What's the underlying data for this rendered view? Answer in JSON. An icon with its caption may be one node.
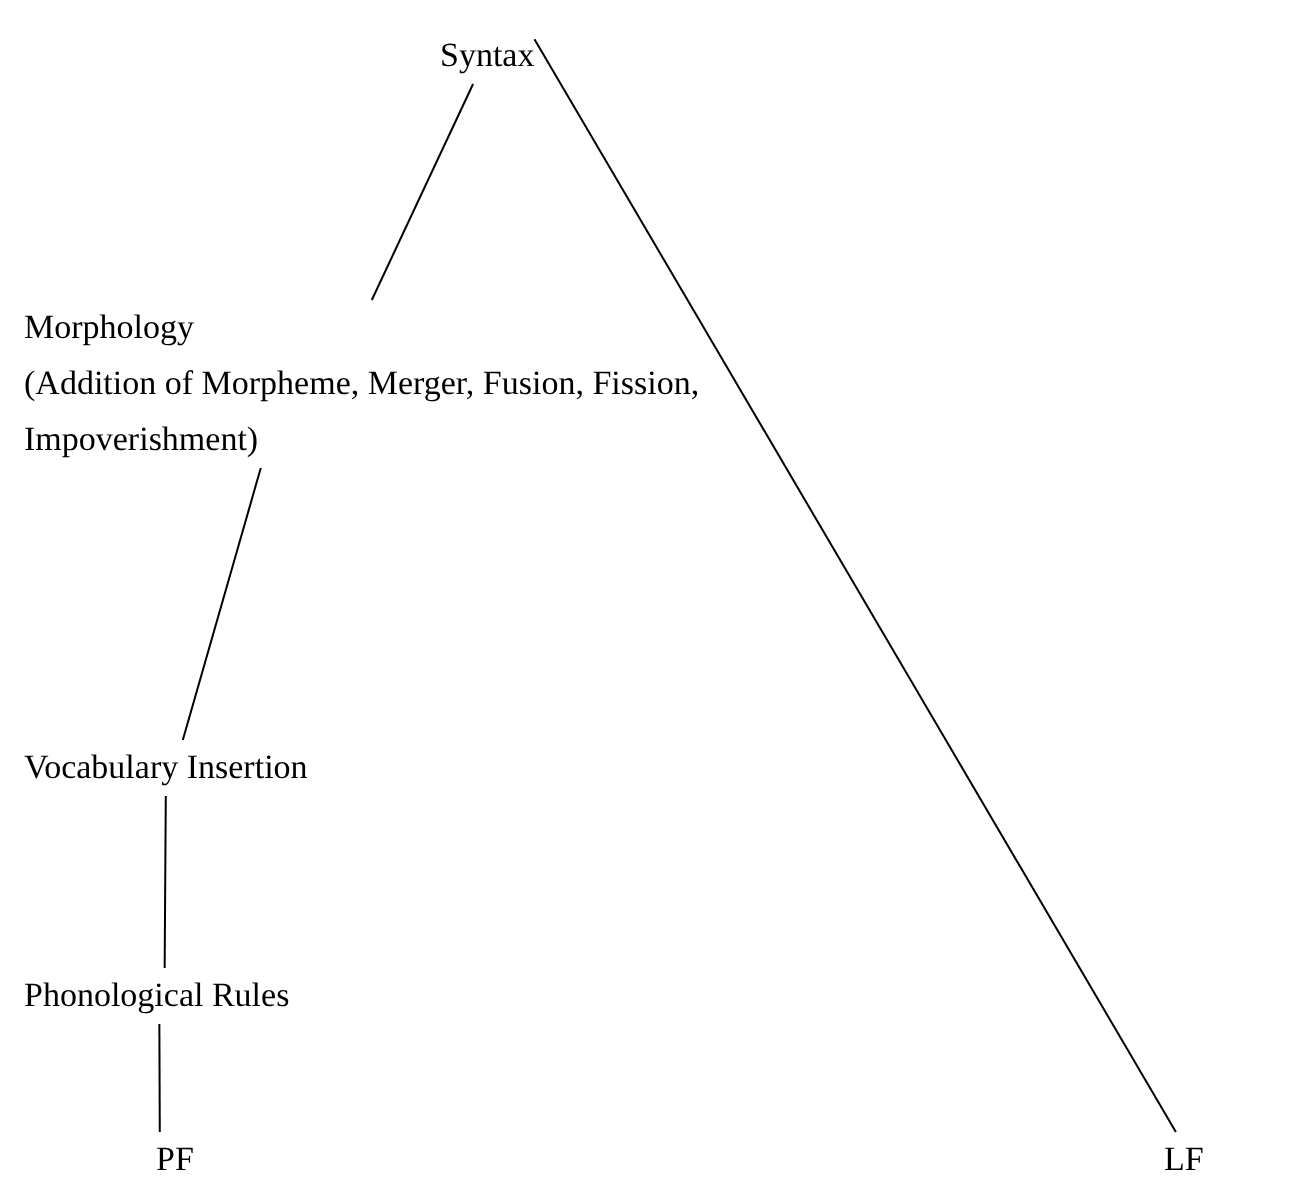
{
  "diagram": {
    "nodes": [
      {
        "text": [
          "Syntax"
        ]
      },
      {
        "text": [
          "Morphology",
          "(Addition of Morpheme, Merger, Fusion, Fission, Impoverishment)"
        ]
      },
      {
        "text": [
          "Vocabulary Insertion"
        ]
      },
      {
        "text": [
          "Phonological Rules"
        ]
      },
      {
        "text": [
          "PF"
        ]
      },
      {
        "text": [
          "LF"
        ]
      }
    ],
    "edges": [
      {
        "from": 0,
        "to": 1,
        "arrow": "none"
      },
      {
        "from": 1,
        "to": 2,
        "arrow": "none"
      },
      {
        "from": 2,
        "to": 3,
        "arrow": "none"
      },
      {
        "from": 3,
        "to": 4,
        "arrow": "none"
      },
      {
        "from": 0,
        "to": 5,
        "arrow": "none"
      }
    ]
  }
}
